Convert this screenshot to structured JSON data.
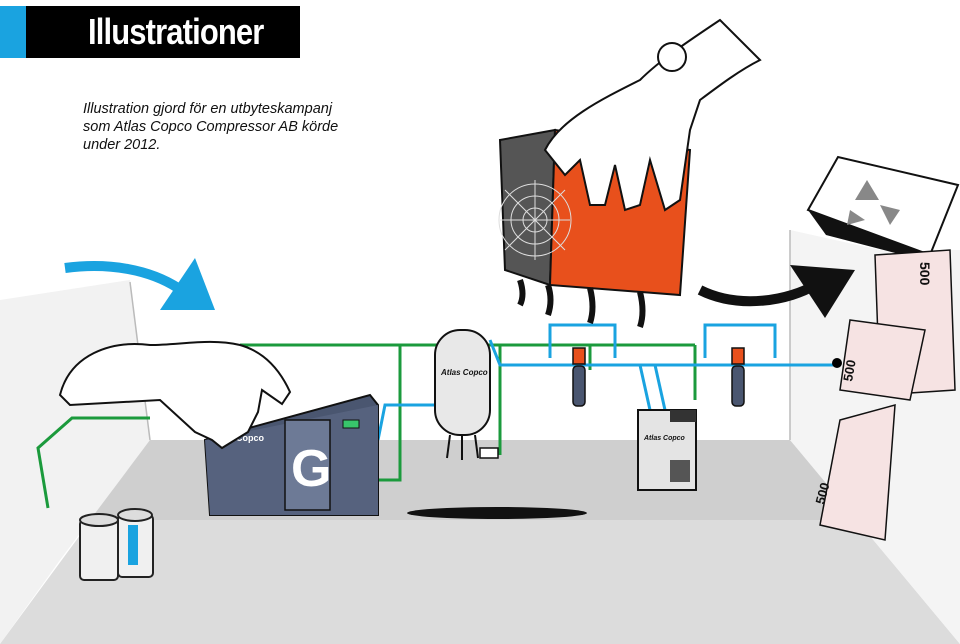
{
  "header": {
    "title": "Illustrationer"
  },
  "caption": {
    "line1": "Illustration gjord för en utbyteskampanj",
    "line2": "som Atlas Copco Compressor AB körde",
    "line3": "under 2012."
  },
  "brand": {
    "tank": "Atlas Copco",
    "dryer": "Atlas Copco",
    "compressor": "Copco"
  },
  "compressor_letter": "G",
  "banknote_value": "500",
  "colors": {
    "accent_blue": "#1aa3e0",
    "pipe_green": "#1b9a3c",
    "old_orange": "#e8501c",
    "compressor_navy": "#4a5670"
  }
}
